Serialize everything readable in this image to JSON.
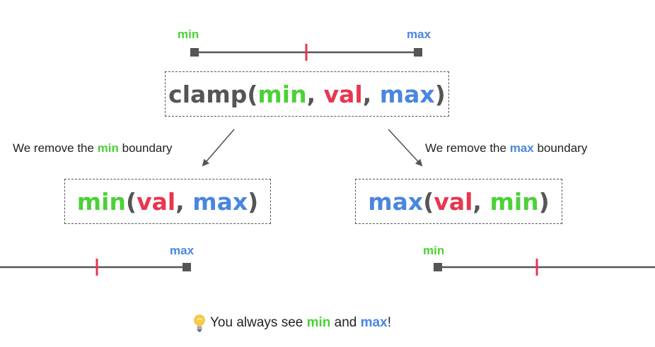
{
  "colors": {
    "min": "#4cd137",
    "val": "#e8364f",
    "max": "#4a86e0",
    "line": "#555555"
  },
  "top": {
    "min_label": "min",
    "max_label": "max",
    "expr": {
      "fn": "clamp",
      "open": "(",
      "a": "min",
      "sep1": ", ",
      "b": "val",
      "sep2": ", ",
      "c": "max",
      "close": ")"
    }
  },
  "left": {
    "caption_pre": "We remove the ",
    "caption_key": "min",
    "caption_post": " boundary",
    "expr": {
      "fn": "min",
      "open": "(",
      "a": "val",
      "sep": ", ",
      "b": "max",
      "close": ")"
    },
    "line_label": "max"
  },
  "right": {
    "caption_pre": "We remove the ",
    "caption_key": "max",
    "caption_post": " boundary",
    "expr": {
      "fn": "max",
      "open": "(",
      "a": "val",
      "sep": ", ",
      "b": "min",
      "close": ")"
    },
    "line_label": "min"
  },
  "footer": {
    "icon": "lightbulb-icon",
    "pre": "You always see ",
    "k1": "min",
    "mid": " and ",
    "k2": "max",
    "post": "!"
  }
}
